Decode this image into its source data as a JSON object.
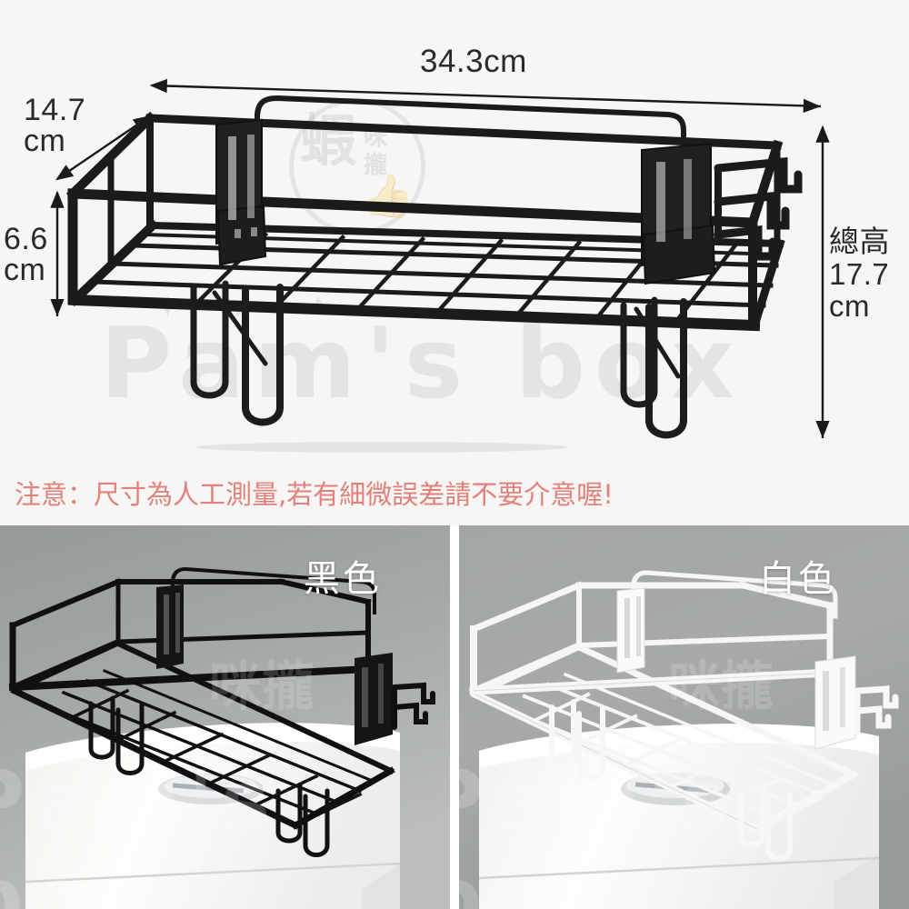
{
  "diagram": {
    "dimensions": {
      "width_label": "34.3cm",
      "depth_label": "14.7\ncm",
      "height_label": "6.6\ncm",
      "total_height_label": "總高\n17.7\ncm"
    },
    "notice": "注意：尺寸為人工測量,若有細微誤差請不要介意喔!",
    "notice_color": "#e2817c",
    "background_color": "#f7f6f4",
    "product_color": "#1c1c1c",
    "watermark": {
      "brand": "Pam's box",
      "stars": "✦ ★ ✦",
      "chinese": "蝦",
      "chinese_small": "咪\n攏",
      "thumb": "👍"
    }
  },
  "photos": [
    {
      "name": "black-variant",
      "color_label": "黑色",
      "shelf_color": "#141414",
      "shelf_outline": "#000000",
      "wall_top_color": "#9a9d9e",
      "wall_bottom_color": "#b9bbbb",
      "tank_color": "#fcfcfa",
      "watermark": "Pam's box",
      "watermark_cn": "咪攏"
    },
    {
      "name": "white-variant",
      "color_label": "白色",
      "shelf_color": "#fbfbfb",
      "shelf_outline": "#d8d9d9",
      "wall_top_color": "#a9abab",
      "wall_bottom_color": "#9fa2a2",
      "tank_color": "#fbfbf9",
      "watermark": "Pam's box",
      "watermark_cn": "咪攏"
    }
  ]
}
